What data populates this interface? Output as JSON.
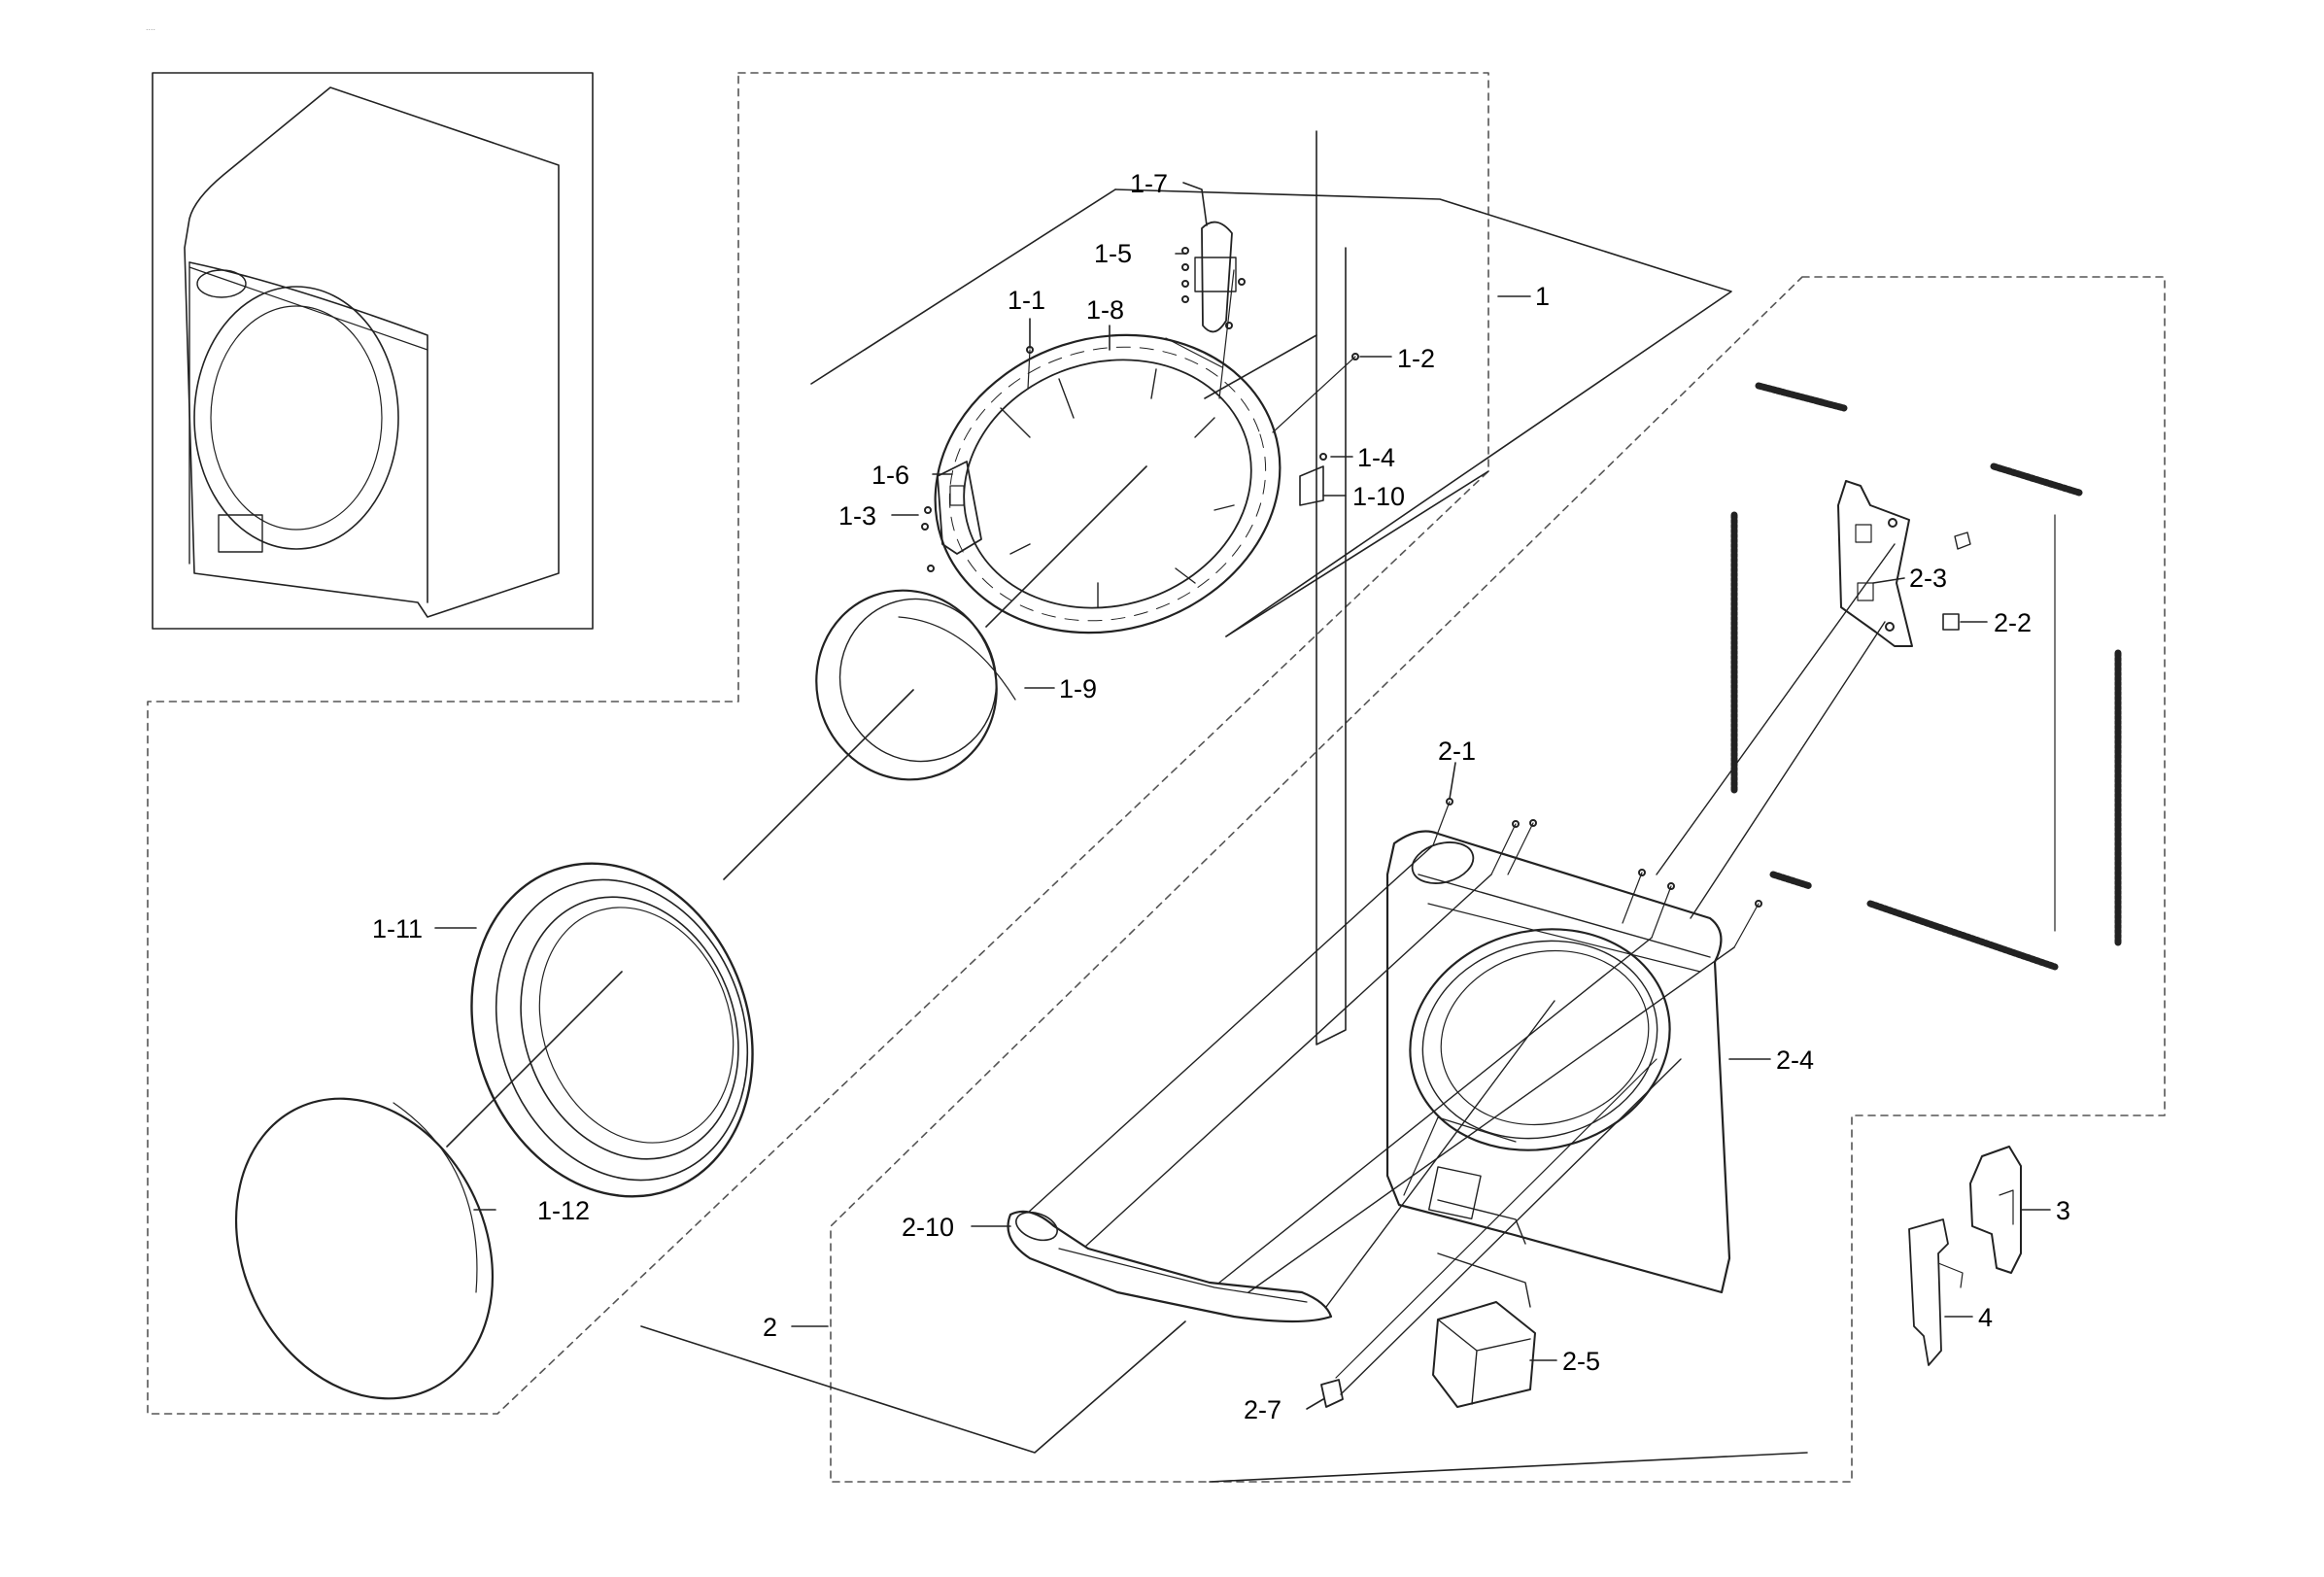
{
  "diagram": {
    "corner_mark": "....",
    "callouts": [
      {
        "id": "c-1",
        "text": "1"
      },
      {
        "id": "c-1-1",
        "text": "1-1"
      },
      {
        "id": "c-1-2",
        "text": "1-2"
      },
      {
        "id": "c-1-3",
        "text": "1-3"
      },
      {
        "id": "c-1-4",
        "text": "1-4"
      },
      {
        "id": "c-1-5",
        "text": "1-5"
      },
      {
        "id": "c-1-6",
        "text": "1-6"
      },
      {
        "id": "c-1-7",
        "text": "1-7"
      },
      {
        "id": "c-1-8",
        "text": "1-8"
      },
      {
        "id": "c-1-9",
        "text": "1-9"
      },
      {
        "id": "c-1-10",
        "text": "1-10"
      },
      {
        "id": "c-1-11",
        "text": "1-11"
      },
      {
        "id": "c-1-12",
        "text": "1-12"
      },
      {
        "id": "c-2",
        "text": "2"
      },
      {
        "id": "c-2-1",
        "text": "2-1"
      },
      {
        "id": "c-2-2",
        "text": "2-2"
      },
      {
        "id": "c-2-3",
        "text": "2-3"
      },
      {
        "id": "c-2-4",
        "text": "2-4"
      },
      {
        "id": "c-2-5",
        "text": "2-5"
      },
      {
        "id": "c-2-7",
        "text": "2-7"
      },
      {
        "id": "c-2-10",
        "text": "2-10"
      },
      {
        "id": "c-3",
        "text": "3"
      },
      {
        "id": "c-4",
        "text": "4"
      }
    ],
    "colors": {
      "line": "#222222",
      "dash": "#555555",
      "background": "#ffffff"
    }
  }
}
